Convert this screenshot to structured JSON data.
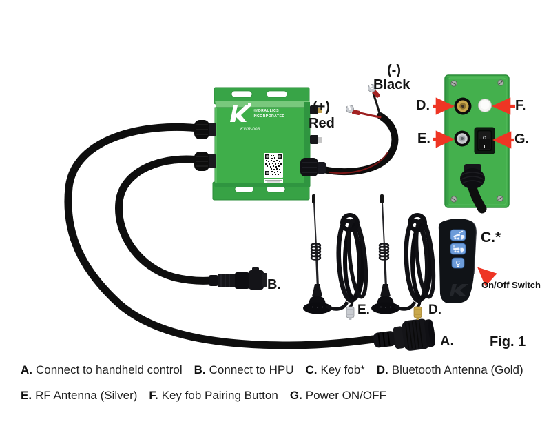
{
  "figure": {
    "caption": "Fig. 1"
  },
  "device": {
    "brand_line1": "HYDRAULICS",
    "brand_line2": "INCORPORATED",
    "model": "KWR-008"
  },
  "power_leads": {
    "positive_symbol": "(+)",
    "positive_label": "Red",
    "negative_symbol": "(-)",
    "negative_label": "Black"
  },
  "panel_callouts": {
    "d": "D.",
    "f": "F.",
    "e": "E.",
    "g": "G."
  },
  "power_switch": {
    "top_mark": "O",
    "bottom_mark": "I"
  },
  "keyfob": {
    "callout": "C.*",
    "onoff_note": "On/Off Switch",
    "g_button": "G"
  },
  "item_callouts": {
    "a": "A.",
    "b": "B.",
    "d": "D.",
    "e": "E."
  },
  "legend": {
    "items": [
      {
        "key": "A.",
        "text": "Connect to handheld control"
      },
      {
        "key": "B.",
        "text": "Connect to HPU"
      },
      {
        "key": "C.",
        "text": "Key fob*"
      },
      {
        "key": "D.",
        "text": "Bluetooth Antenna (Gold)"
      },
      {
        "key": "E.",
        "text": "RF Antenna (Silver)"
      },
      {
        "key": "F.",
        "text": "Key fob Pairing Button"
      },
      {
        "key": "G.",
        "text": "Power ON/OFF"
      }
    ]
  },
  "colors": {
    "box_green": "#3fae4a",
    "panel_green": "#44b04d",
    "arrow_red": "#ee3524",
    "fob_button_blue": "#6c9bd9",
    "antenna_gold": "#c9a84c",
    "antenna_silver": "#c9ccd1"
  }
}
